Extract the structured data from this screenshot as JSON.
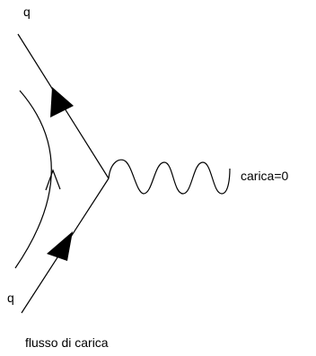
{
  "labels": {
    "charge_top": "q",
    "charge_bottom": "q",
    "photon_charge": "carica=0",
    "charge_flow": "flusso di carica"
  },
  "colors": {
    "line": "#000000",
    "background": "#ffffff"
  },
  "icons": {
    "fermion_arrow": "filled-triangle-arrow",
    "flow_arrow": "open-chevron-arrow"
  }
}
